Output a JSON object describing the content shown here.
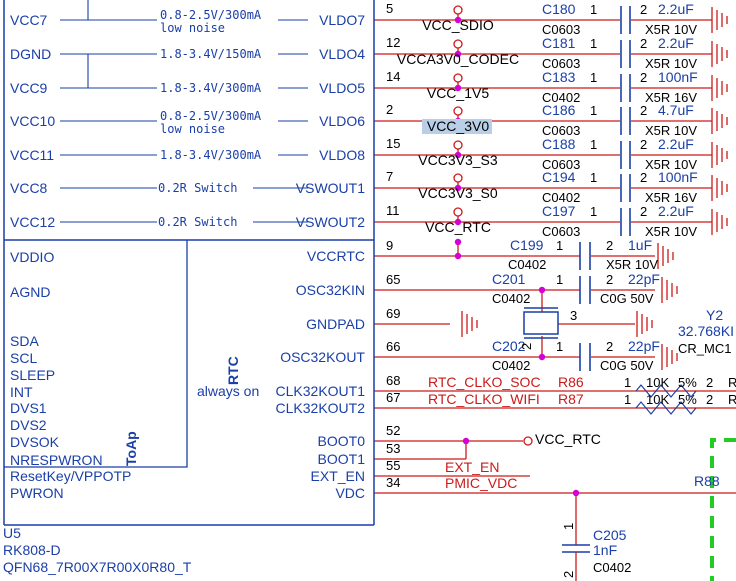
{
  "ic": {
    "ref": "U5",
    "part": "RK808-D",
    "package": "QFN68_7R00X7R00X0R80_T",
    "left_pins_upper": [
      "VCC7",
      "DGND",
      "VCC9",
      "VCC10",
      "VCC11",
      "VCC8",
      "VCC12"
    ],
    "ldo_specs": [
      "0.8-2.5V/300mA",
      "1.8-3.4V/150mA",
      "1.8-3.4V/300mA",
      "0.8-2.5V/300mA",
      "1.8-3.4V/300mA",
      "0.2R Switch",
      "0.2R Switch"
    ],
    "low_noise_label": "low noise",
    "right_pins_upper": [
      "VLDO7",
      "VLDO4",
      "VLDO5",
      "VLDO6",
      "VLDO8",
      "VSWOUT1",
      "VSWOUT2"
    ],
    "left_pins_lower": [
      "VDDIO",
      "AGND",
      "SDA",
      "SCL",
      "SLEEP",
      "INT",
      "DVS1",
      "DVS2",
      "DVSOK",
      "NRESPWRON",
      "ResetKey/VPPOTP",
      "PWRON"
    ],
    "right_pins_lower": [
      "VCCRTC",
      "OSC32KIN",
      "GNDPAD",
      "OSC32KOUT",
      "CLK32KOUT1",
      "CLK32KOUT2",
      "BOOT0",
      "BOOT1",
      "EXT_EN",
      "VDC"
    ],
    "block_label_rtc": "RTC",
    "block_label_toap": "ToAp",
    "always_on_label": "always on"
  },
  "pin_numbers": [
    "5",
    "12",
    "14",
    "2",
    "15",
    "7",
    "11",
    "9",
    "65",
    "69",
    "66",
    "68",
    "67",
    "52",
    "53",
    "55",
    "34"
  ],
  "rails": [
    "VCC_SDIO",
    "VCCA3V0_CODEC",
    "VCC_1V5",
    "VCC_3V0",
    "VCC3V3_S3",
    "VCC3V3_S0",
    "VCC_RTC"
  ],
  "caps": [
    {
      "ref": "C180",
      "pkg": "C0603",
      "val": "2.2uF",
      "rating": "X5R 10V"
    },
    {
      "ref": "C181",
      "pkg": "C0603",
      "val": "2.2uF",
      "rating": "X5R 10V"
    },
    {
      "ref": "C183",
      "pkg": "C0402",
      "val": "100nF",
      "rating": "X5R 16V"
    },
    {
      "ref": "C186",
      "pkg": "C0603",
      "val": "4.7uF",
      "rating": "X5R 10V"
    },
    {
      "ref": "C188",
      "pkg": "C0603",
      "val": "2.2uF",
      "rating": "X5R 10V"
    },
    {
      "ref": "C194",
      "pkg": "C0402",
      "val": "100nF",
      "rating": "X5R 16V"
    },
    {
      "ref": "C197",
      "pkg": "C0603",
      "val": "2.2uF",
      "rating": "X5R 10V"
    },
    {
      "ref": "C199",
      "pkg": "C0402",
      "val": "1uF",
      "rating": "X5R 10V"
    }
  ],
  "cap_pin1": "1",
  "cap_pin2": "2",
  "osc_caps": [
    {
      "ref": "C201",
      "pkg": "C0402",
      "val": "22pF",
      "rating": "C0G 50V"
    },
    {
      "ref": "C202",
      "pkg": "C0402",
      "val": "22pF",
      "rating": "C0G 50V"
    }
  ],
  "crystal": {
    "ref": "Y2",
    "freq": "32.768KI",
    "part": "CR_MC1",
    "pin3": "3",
    "pin2": "2"
  },
  "clk_nets": [
    "RTC_CLKO_SOC",
    "RTC_CLKO_WIFI"
  ],
  "resistors": [
    {
      "ref": "R86",
      "val": "10K",
      "tol": "5%",
      "p1": "1",
      "p2": "2",
      "next": "R"
    },
    {
      "ref": "R87",
      "val": "10K",
      "tol": "5%",
      "p1": "1",
      "p2": "2",
      "next": "R"
    }
  ],
  "boot_net": "VCC_RTC",
  "nets_lower": [
    "EXT_EN",
    "PMIC_VDC"
  ],
  "r88_ref": "R88",
  "c205": {
    "ref": "C205",
    "val": "1nF",
    "pkg": "C0402",
    "p1": "1",
    "p2": "2"
  },
  "colors": {
    "wire": "#cc1a1a",
    "body": "#1a3fa8",
    "junction": "#d400d4",
    "boundary": "#22cc22"
  }
}
